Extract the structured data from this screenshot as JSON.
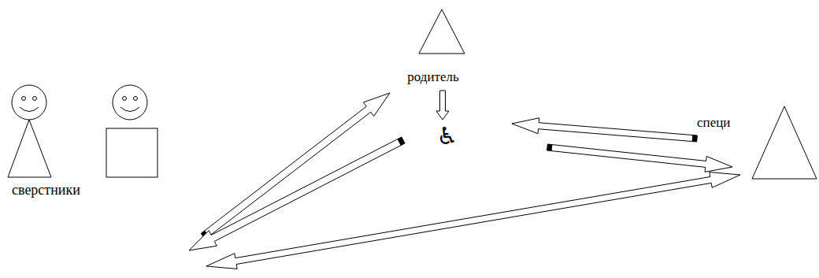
{
  "diagram": {
    "nodes": [
      {
        "text": [
          "родитель"
        ]
      },
      {
        "text": [
          "♿"
        ]
      },
      {
        "text": [
          "сверстники"
        ]
      },
      {
        "text": [
          "специ"
        ]
      }
    ],
    "edges": [
      {
        "from": 0,
        "to": 1,
        "arrow": "to"
      },
      {
        "from": 2,
        "to": 1,
        "arrow": "to"
      },
      {
        "from": 1,
        "to": 2,
        "arrow": "to"
      },
      {
        "from": 3,
        "to": 1,
        "arrow": "to"
      },
      {
        "from": 1,
        "to": 3,
        "arrow": "to"
      },
      {
        "from": 2,
        "to": 3,
        "arrow": "both"
      }
    ]
  }
}
